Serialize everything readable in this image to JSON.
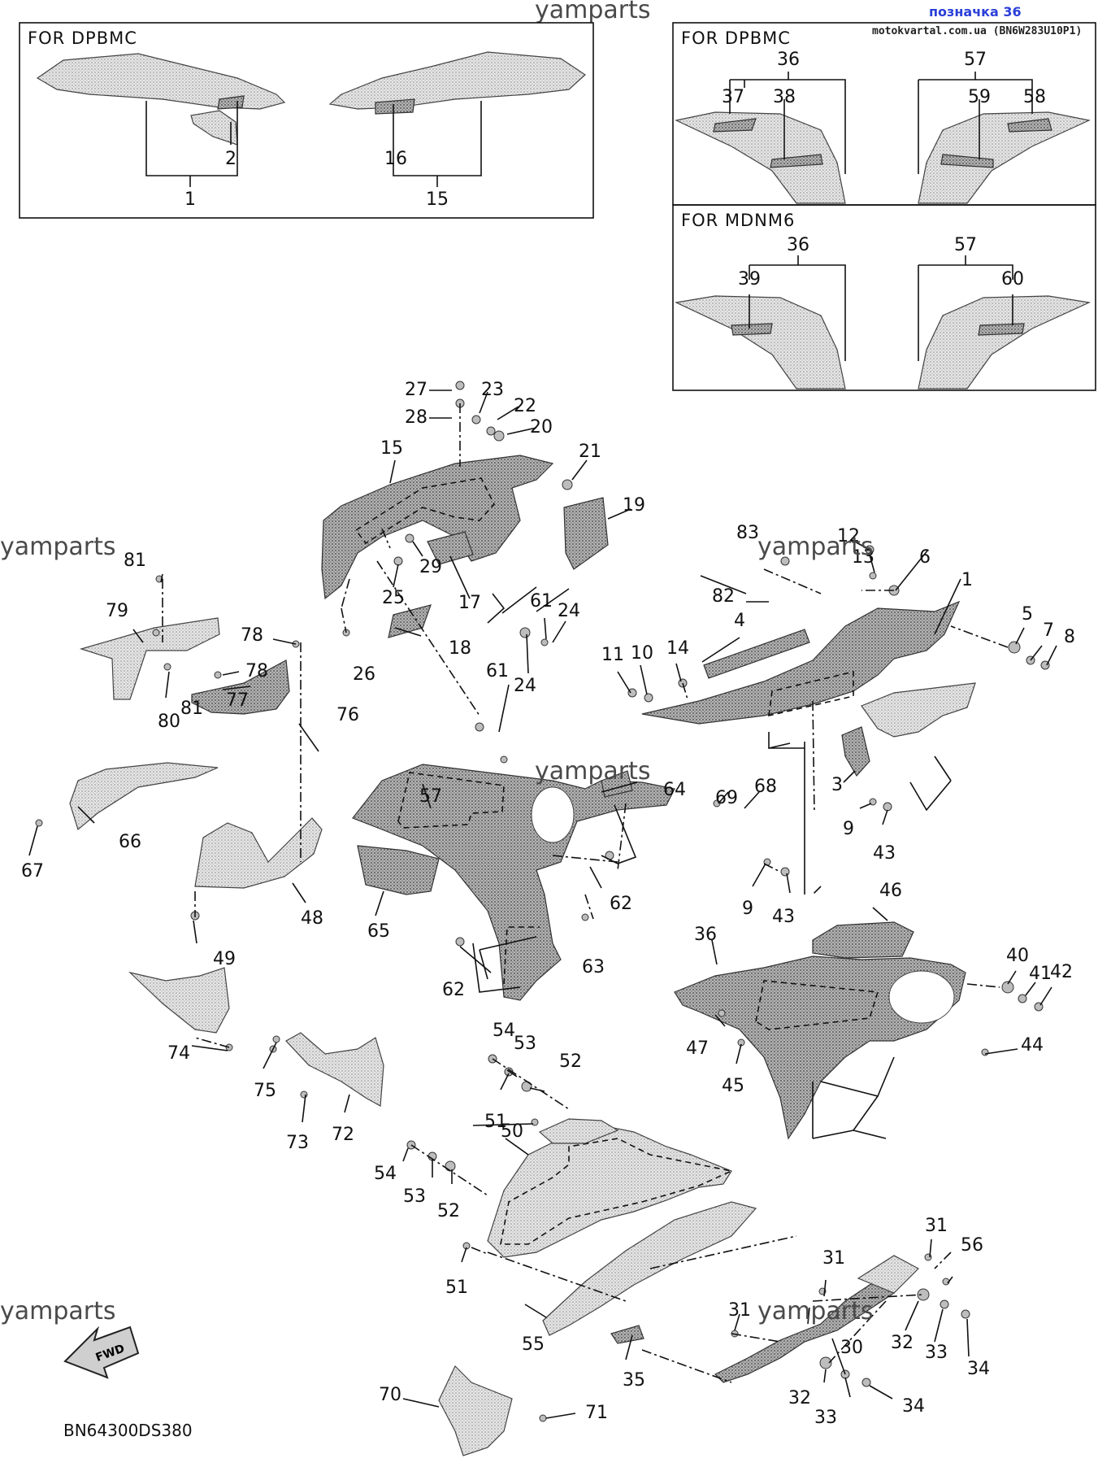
{
  "header": {
    "watermark_top": "yamparts",
    "label_link": "позначка 36",
    "source_ref": "motokvartal.com.ua (BN6W283U10P1)"
  },
  "watermarks": [
    "yamparts",
    "yamparts",
    "yamparts",
    "yamparts",
    "yamparts",
    "yamparts"
  ],
  "panels": [
    {
      "title": "FOR DPBMC",
      "callouts": [
        "2",
        "1",
        "16",
        "15"
      ]
    },
    {
      "title": "FOR DPBMC",
      "callouts": [
        "36",
        "57",
        "37",
        "38",
        "59",
        "58"
      ]
    },
    {
      "title": "FOR MDNM6",
      "callouts": [
        "36",
        "57",
        "39",
        "60"
      ]
    }
  ],
  "callouts": [
    "27",
    "23",
    "28",
    "22",
    "20",
    "21",
    "15",
    "19",
    "29",
    "25",
    "17",
    "61",
    "24",
    "18",
    "26",
    "81",
    "79",
    "78",
    "78",
    "77",
    "76",
    "80",
    "81",
    "61",
    "24",
    "57",
    "64",
    "66",
    "67",
    "48",
    "49",
    "65",
    "62",
    "63",
    "62",
    "83",
    "12",
    "13",
    "6",
    "1",
    "82",
    "4",
    "5",
    "7",
    "8",
    "11",
    "10",
    "14",
    "3",
    "69",
    "68",
    "9",
    "43",
    "9",
    "43",
    "46",
    "36",
    "40",
    "41",
    "42",
    "47",
    "45",
    "44",
    "74",
    "75",
    "73",
    "72",
    "54",
    "53",
    "52",
    "51",
    "50",
    "54",
    "53",
    "52",
    "51",
    "55",
    "35",
    "31",
    "31",
    "31",
    "56",
    "32",
    "33",
    "34",
    "30",
    "32",
    "33",
    "34",
    "70",
    "71"
  ],
  "fwd_badge": "FWD",
  "diagram_code": "BN64300DS380"
}
